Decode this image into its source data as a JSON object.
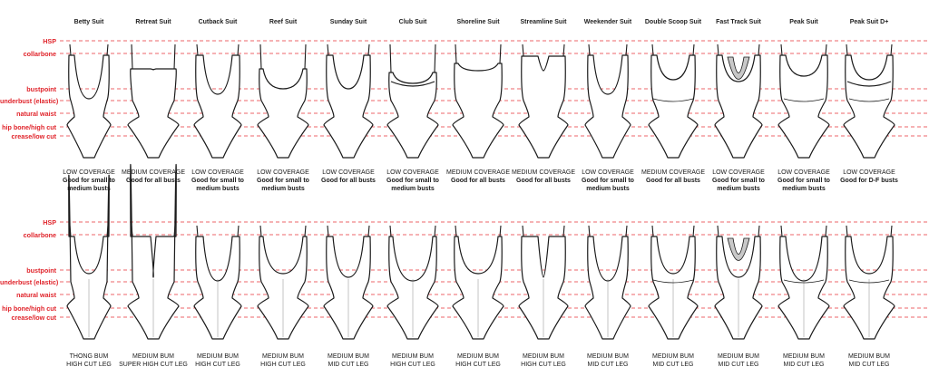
{
  "guides": [
    {
      "key": "hsp",
      "label": "HSP"
    },
    {
      "key": "collarbone",
      "label": "collarbone"
    },
    {
      "key": "bustpoint",
      "label": "bustpoint"
    },
    {
      "key": "underbust",
      "label": "underbust (elastic)"
    },
    {
      "key": "waist",
      "label": "natural waist"
    },
    {
      "key": "hip",
      "label": "hip bone/high cut"
    },
    {
      "key": "crease",
      "label": "crease/low cut"
    }
  ],
  "colors": {
    "guide": "#e8323a",
    "guide_label": "#e0242b",
    "outline": "#1a1a1a",
    "fill_grey": "#c8c8c8"
  },
  "suits": [
    {
      "name": "Betty Suit",
      "coverage": "LOW COVERAGE",
      "fit": "Good for small to medium busts",
      "bum": "THONG BUM",
      "leg": "HIGH CUT LEG"
    },
    {
      "name": "Retreat Suit",
      "coverage": "MEDIUM COVERAGE",
      "fit": "Good for all busts",
      "bum": "MEDIUM BUM",
      "leg": "SUPER HIGH CUT LEG"
    },
    {
      "name": "Cutback Suit",
      "coverage": "LOW COVERAGE",
      "fit": "Good for small to medium busts",
      "bum": "MEDIUM BUM",
      "leg": "HIGH CUT LEG"
    },
    {
      "name": "Reef Suit",
      "coverage": "LOW COVERAGE",
      "fit": "Good for small to medium busts",
      "bum": "MEDIUM BUM",
      "leg": "HIGH CUT LEG"
    },
    {
      "name": "Sunday Suit",
      "coverage": "LOW COVERAGE",
      "fit": "Good for all busts",
      "bum": "MEDIUM BUM",
      "leg": "MID CUT LEG"
    },
    {
      "name": "Club Suit",
      "coverage": "LOW COVERAGE",
      "fit": "Good for small to medium busts",
      "bum": "MEDIUM BUM",
      "leg": "HIGH CUT LEG"
    },
    {
      "name": "Shoreline Suit",
      "coverage": "MEDIUM COVERAGE",
      "fit": "Good for all busts",
      "bum": "MEDIUM BUM",
      "leg": "HIGH CUT LEG"
    },
    {
      "name": "Streamline Suit",
      "coverage": "MEDIUM COVERAGE",
      "fit": "Good for all busts",
      "bum": "MEDIUM BUM",
      "leg": "HIGH CUT LEG"
    },
    {
      "name": "Weekender Suit",
      "coverage": "LOW COVERAGE",
      "fit": "Good for small to medium busts",
      "bum": "MEDIUM BUM",
      "leg": "MID CUT LEG"
    },
    {
      "name": "Double Scoop Suit",
      "coverage": "MEDIUM COVERAGE",
      "fit": "Good for all busts",
      "bum": "MEDIUM BUM",
      "leg": "MID CUT LEG"
    },
    {
      "name": "Fast Track Suit",
      "coverage": "LOW COVERAGE",
      "fit": "Good for small to medium busts",
      "bum": "MEDIUM BUM",
      "leg": "MID CUT LEG"
    },
    {
      "name": "Peak Suit",
      "coverage": "LOW COVERAGE",
      "fit": "Good for small to medium busts",
      "bum": "MEDIUM BUM",
      "leg": "MID CUT LEG"
    },
    {
      "name": "Peak Suit D+",
      "coverage": "LOW COVERAGE",
      "fit": "Good for D-F busts",
      "bum": "MEDIUM BUM",
      "leg": "MID CUT LEG"
    }
  ]
}
